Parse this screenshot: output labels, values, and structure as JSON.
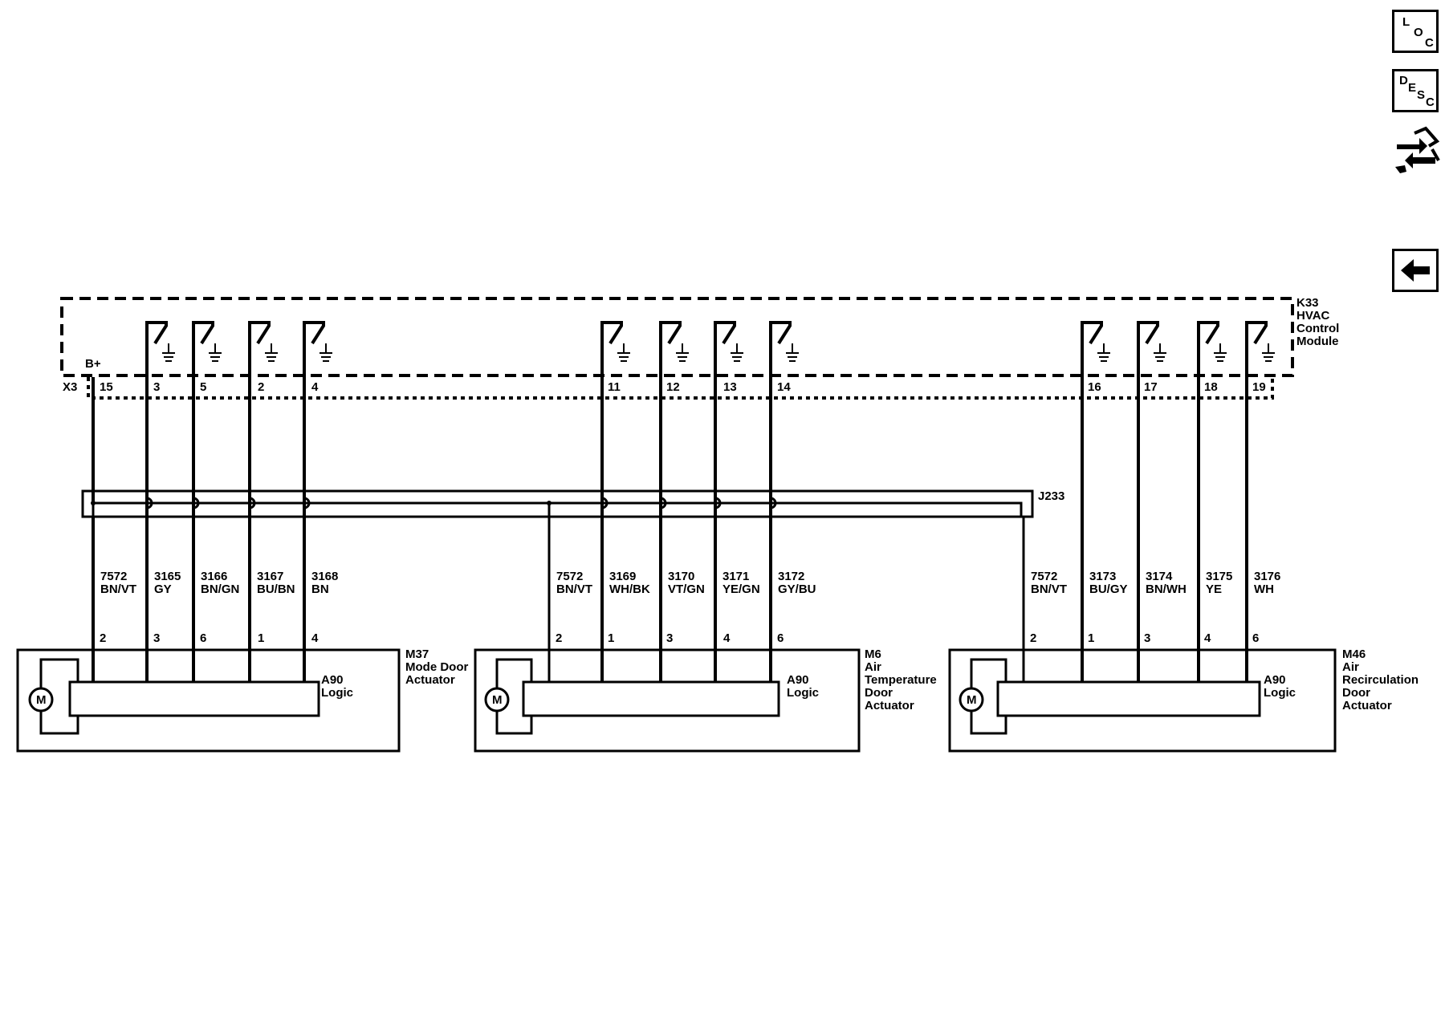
{
  "nav": {
    "loc": [
      "L",
      "O",
      "C"
    ],
    "desc": [
      "D",
      "E",
      "S",
      "C"
    ]
  },
  "module": {
    "id": "K33",
    "name": [
      "HVAC",
      "Control",
      "Module"
    ],
    "connector": "X3",
    "supply": "B+"
  },
  "splice": "J233",
  "module_pins": [
    {
      "pin": "15",
      "wire": "7572",
      "color": "BN/VT",
      "kind": "supply"
    },
    {
      "pin": "3",
      "wire": "3165",
      "color": "GY",
      "kind": "driver"
    },
    {
      "pin": "5",
      "wire": "3166",
      "color": "BN/GN",
      "kind": "driver"
    },
    {
      "pin": "2",
      "wire": "3167",
      "color": "BU/BN",
      "kind": "driver"
    },
    {
      "pin": "4",
      "wire": "3168",
      "color": "BN",
      "kind": "driver"
    },
    {
      "pin": "11",
      "wire": "3169",
      "color": "WH/BK",
      "kind": "driver"
    },
    {
      "pin": "12",
      "wire": "3170",
      "color": "VT/GN",
      "kind": "driver"
    },
    {
      "pin": "13",
      "wire": "3171",
      "color": "YE/GN",
      "kind": "driver"
    },
    {
      "pin": "14",
      "wire": "3172",
      "color": "GY/BU",
      "kind": "driver"
    },
    {
      "pin": "16",
      "wire": "3173",
      "color": "BU/GY",
      "kind": "driver"
    },
    {
      "pin": "17",
      "wire": "3174",
      "color": "BN/WH",
      "kind": "driver"
    },
    {
      "pin": "18",
      "wire": "3175",
      "color": "YE",
      "kind": "driver"
    },
    {
      "pin": "19",
      "wire": "3176",
      "color": "WH",
      "kind": "driver"
    }
  ],
  "actuators": [
    {
      "id": "M37",
      "name": [
        "Mode Door",
        "Actuator"
      ],
      "logic": "A90",
      "logic_label": "Logic",
      "motor": "M",
      "wires": [
        {
          "number": "7572",
          "color": "BN/VT",
          "pin": "2"
        },
        {
          "number": "3165",
          "color": "GY",
          "pin": "3"
        },
        {
          "number": "3166",
          "color": "BN/GN",
          "pin": "6"
        },
        {
          "number": "3167",
          "color": "BU/BN",
          "pin": "1"
        },
        {
          "number": "3168",
          "color": "BN",
          "pin": "4"
        }
      ]
    },
    {
      "id": "M6",
      "name": [
        "Air",
        "Temperature",
        "Door",
        "Actuator"
      ],
      "logic": "A90",
      "logic_label": "Logic",
      "motor": "M",
      "wires": [
        {
          "number": "7572",
          "color": "BN/VT",
          "pin": "2"
        },
        {
          "number": "3169",
          "color": "WH/BK",
          "pin": "1"
        },
        {
          "number": "3170",
          "color": "VT/GN",
          "pin": "3"
        },
        {
          "number": "3171",
          "color": "YE/GN",
          "pin": "4"
        },
        {
          "number": "3172",
          "color": "GY/BU",
          "pin": "6"
        }
      ]
    },
    {
      "id": "M46",
      "name": [
        "Air",
        "Recirculation",
        "Door",
        "Actuator"
      ],
      "logic": "A90",
      "logic_label": "Logic",
      "motor": "M",
      "wires": [
        {
          "number": "7572",
          "color": "BN/VT",
          "pin": "2"
        },
        {
          "number": "3173",
          "color": "BU/GY",
          "pin": "1"
        },
        {
          "number": "3174",
          "color": "BN/WH",
          "pin": "3"
        },
        {
          "number": "3175",
          "color": "YE",
          "pin": "4"
        },
        {
          "number": "3176",
          "color": "WH",
          "pin": "6"
        }
      ]
    }
  ]
}
